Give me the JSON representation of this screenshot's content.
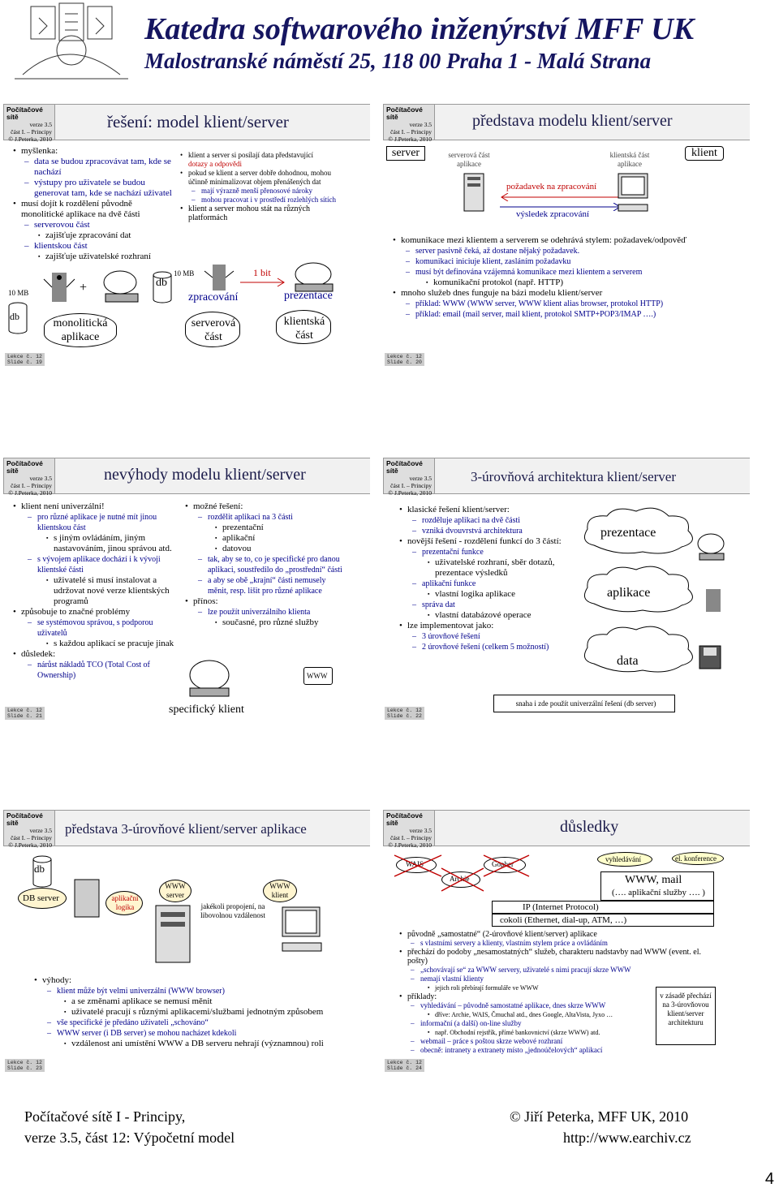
{
  "header": {
    "title": "Katedra softwarového inženýrství MFF UK",
    "subtitle": "Malostranské náměstí 25, 118 00 Praha 1 - Malá Strana"
  },
  "hdrbox": {
    "l1": "Počítačové sítě",
    "l2": "verze 3.5",
    "l3": "část I. – Principy",
    "l4": "© J.Peterka, 2010"
  },
  "s19": {
    "title": "řešení: model klient/server",
    "lekce": "Lekce č. 12\nSlide č. 19",
    "left": [
      "myšlenka:",
      "data se budou zpracovávat tam, kde se nachází",
      "výstupy pro uživatele se budou generovat tam, kde se nachází uživatel",
      "musí dojít k rozdělení původně monolitické aplikace na dvě části",
      "serverovou část",
      "zajišťuje zpracování dat",
      "klientskou část",
      "zajišťuje uživatelské rozhraní"
    ],
    "right": [
      "klient a server si posílají data představující",
      "dotazy a odpovědi",
      "pokud se klient a server dobře dohodnou, mohou účinně minimalizovat objem přenášených dat",
      "mají výrazně menší přenosové nároky",
      "mohou pracovat i v prostředí rozlehlých sítích",
      "klient a server mohou stát na různých platformách"
    ],
    "mb1": "10 MB",
    "db1": "db",
    "plus": "+",
    "mono": "monolitická aplikace",
    "db2": "db",
    "mb2": "10 MB",
    "zprac": "zpracování",
    "bit": "1 bit",
    "prez": "prezentace",
    "sv": "serverová část",
    "kl": "klientská část"
  },
  "s20": {
    "title": "představa modelu klient/server",
    "lekce": "Lekce č. 12\nSlide č. 20",
    "server": "server",
    "sca": "serverová část aplikace",
    "kca": "klientská část aplikace",
    "klient": "klient",
    "poz": "požadavek na zpracování",
    "vys": "výsledek zpracování",
    "items": [
      "komunikace mezi klientem a serverem se odehrává stylem: požadavek/odpověď",
      "server pasivně čeká, až dostane nějaký požadavek.",
      "komunikaci iniciuje klient, zasláním požadavku",
      "musí být definována vzájemná komunikace mezi klientem a serverem",
      "komunikační protokol (např. HTTP)",
      "mnoho služeb dnes funguje na bázi modelu klient/server",
      "příklad: WWW (WWW server, WWW klient alias browser, protokol HTTP)",
      "příklad: email (mail server, mail klient, protokol SMTP+POP3/IMAP ….)"
    ]
  },
  "s21": {
    "title": "nevýhody modelu klient/server",
    "lekce": "Lekce č. 12\nSlide č. 21",
    "left": [
      "klient není univerzální!",
      "pro různé aplikace je nutné mít jinou klientskou část",
      "s jiným ovládáním, jiným nastavováním, jinou správou atd.",
      "s vývojem aplikace dochází i k vývoji klientské části",
      "uživatelé si musí instalovat a udržovat nové verze klientských programů",
      "způsobuje to značné problémy",
      "se systémovou správou, s podporou uživatelů",
      "s každou aplikací se pracuje jinak",
      "důsledek:",
      "nárůst nákladů TCO (Total Cost of Ownership)"
    ],
    "right": [
      "možné řešení:",
      "rozdělit aplikaci na 3 části",
      "prezentační",
      "aplikační",
      "datovou",
      "tak, aby se to, co je specifické pro danou aplikaci, soustředilo do „prostřední“ části",
      "a aby se obě „krajní“ části nemusely měnit, resp. lišit pro různé aplikace",
      "přínos:",
      "lze použít univerzálního klienta",
      "současné, pro různé služby"
    ],
    "www": "WWW",
    "spec": "specifický klient"
  },
  "s22": {
    "title": "3-úrovňová architektura klient/server",
    "lekce": "Lekce č. 12\nSlide č. 22",
    "items": [
      "klasické řešení klient/server:",
      "rozděluje aplikaci na dvě části",
      "vzniká dvouvrstvá architektura",
      "novější řešení - rozdělení funkcí do 3 částí:",
      "prezentační funkce",
      "uživatelské rozhraní, sběr dotazů, prezentace výsledků",
      "aplikační funkce",
      "vlastní logika aplikace",
      "správa dat",
      "vlastní databázové operace",
      "lze implementovat jako:",
      "3 úrovňové řešení",
      "2 úrovňové řešení (celkem 5 možností)"
    ],
    "prez": "prezentace",
    "apl": "aplikace",
    "data": "data",
    "note": "snaha i zde použít univerzální řešení (db server)"
  },
  "s23": {
    "title": "představa 3-úrovňové klient/server aplikace",
    "lekce": "Lekce č. 12\nSlide č. 23",
    "db": "db",
    "dbs": "DB server",
    "al": "aplikační logika",
    "wwws": "WWW server",
    "wwwk": "WWW klient",
    "prop": "jakékoli propojení, na libovolnou vzdálenost",
    "items": [
      "výhody:",
      "klient může být velmi univerzální (WWW browser)",
      "a se změnami aplikace se nemusí měnit",
      "uživatelé pracují s různými aplikacemi/službami jednotným způsobem",
      "vše specifické je předáno uživateli „schováno“",
      "WWW server (i DB server) se mohou nacházet kdekoli",
      "vzdálenost ani umístění WWW a DB serveru nehrají (významnou) roli"
    ]
  },
  "s24": {
    "title": "důsledky",
    "lekce": "Lekce č. 12\nSlide č. 24",
    "wais": "WAIS",
    "archie": "Archie",
    "gopher": "Gopher",
    "vyhl": "vyhledávání",
    "konf": "el. konference",
    "wwwmail": "WWW, mail",
    "apl": "(…. aplikační služby …. )",
    "ip": "IP (Internet Protocol)",
    "cok": "cokoli (Ethernet, dial-up, ATM, …)",
    "items": [
      "původně „samostatné“ (2-úrovňové klient/server) aplikace",
      "s vlastními servery a klienty, vlastním stylem práce a ovládáním",
      "přechází do podoby „nesamostatných“ služeb, charakteru nadstavby nad WWW (event. el. pošty)",
      "„schovávají se“ za WWW servery, uživatelé s nimi pracují skrze WWW",
      "nemají vlastní klienty",
      "jejich roli přebírají formuláře ve WWW",
      "příklady:",
      "vyhledávání – původně samostatné aplikace, dnes skrze WWW",
      "dříve: Archie, WAIS, Čmuchal atd., dnes Google, AltaVista, Jyxo …",
      "informační (a další) on-line služby",
      "např. Obchodní rejstřík, přímé bankovnictví (skrze WWW) atd.",
      "webmail – práce s poštou skrze webové rozhraní",
      "obecně: intranety a extranety místo „jednoúčelových“ aplikací"
    ],
    "note": "v zásadě přechází na 3-úrovňovou klient/server architekturu"
  },
  "footer": {
    "l1": "Počítačové sítě I - Principy,",
    "l2": "verze 3.5, část 12: Výpočetní model",
    "r1": "© Jiří Peterka, MFF UK, 2010",
    "r2": "http://www.earchiv.cz",
    "page": "4"
  }
}
